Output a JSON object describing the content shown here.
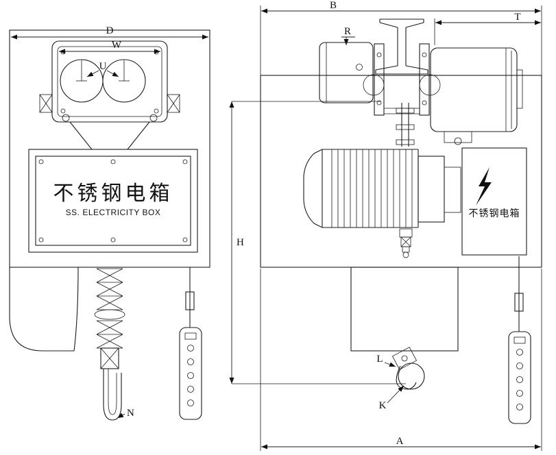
{
  "drawing": {
    "type": "electric-chain-hoist-dimensional-drawing",
    "colors": {
      "line": "#1a1a1a",
      "background": "#ffffff"
    },
    "front_view": {
      "dims": {
        "d": "D",
        "w": "W",
        "u": "U",
        "n": "N"
      },
      "electric_box": {
        "label_cn": "不锈钢电箱",
        "label_en": "SS. ELECTRICITY BOX"
      }
    },
    "side_view": {
      "dims": {
        "b": "B",
        "r": "R",
        "t": "T",
        "h": "H",
        "l": "L",
        "k": "K",
        "a": "A"
      },
      "electric_box": {
        "label_cn": "不锈钢电箱"
      }
    }
  }
}
